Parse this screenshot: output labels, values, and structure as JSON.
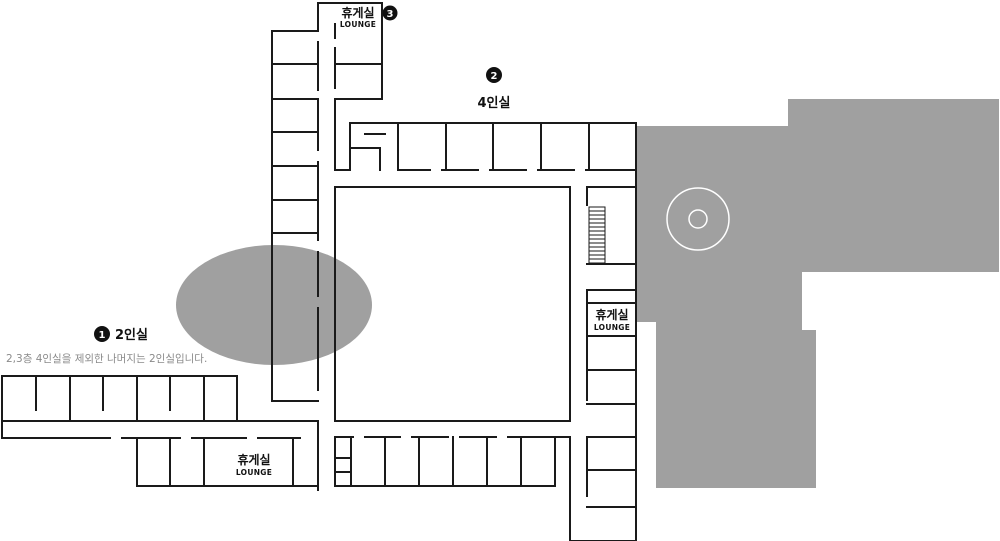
{
  "colors": {
    "wall": "#1a1a1a",
    "outside_building": "#a0a0a0",
    "badge": "#111111",
    "note_text": "#8a8a8a"
  },
  "rooms": {
    "two_person": {
      "number": "1",
      "label": "2인실",
      "note": "2,3층 4인실을 제외한 나머지는 2인실입니다."
    },
    "four_person": {
      "number": "2",
      "label": "4인실"
    },
    "lounge_top": {
      "number": "3",
      "label_ko": "휴게실",
      "label_en": "LOUNGE"
    },
    "lounge_right": {
      "label_ko": "휴게실",
      "label_en": "LOUNGE"
    },
    "lounge_bottom": {
      "label_ko": "휴게실",
      "label_en": "LOUNGE"
    }
  }
}
